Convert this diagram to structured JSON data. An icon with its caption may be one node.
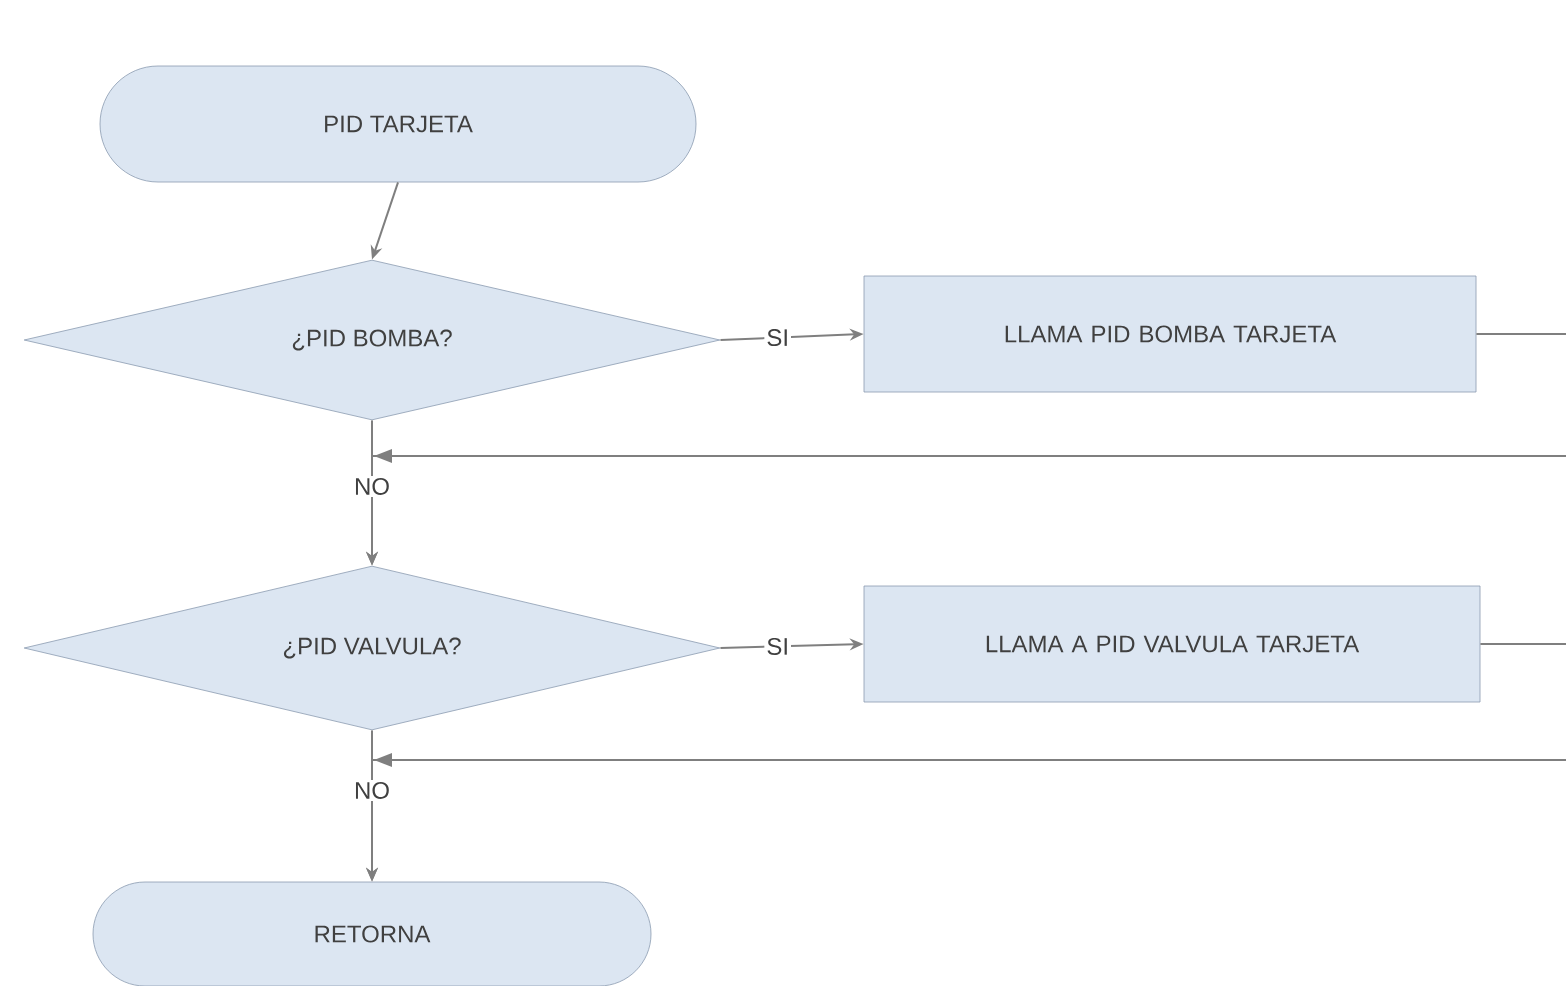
{
  "diagram": {
    "nodes": [
      {
        "text": [
          "PID TARJETA"
        ]
      },
      {
        "text": [
          "¿PID BOMBA?"
        ]
      },
      {
        "text": [
          "LLAMA PID BOMBA TARJETA"
        ]
      },
      {
        "text": [
          "¿PID VALVULA?"
        ]
      },
      {
        "text": [
          "LLAMA A PID VALVULA TARJETA"
        ]
      },
      {
        "text": [
          "RETORNA"
        ]
      }
    ],
    "edges": [
      {
        "from": 0,
        "to": 1,
        "arrow": "to"
      },
      {
        "from": 1,
        "to": 2,
        "arrow": "to",
        "label": "SI"
      },
      {
        "from": 1,
        "to": 3,
        "arrow": "to",
        "label": "NO"
      },
      {
        "from": 2,
        "to": 3,
        "arrow": "to"
      },
      {
        "from": 3,
        "to": 4,
        "arrow": "to",
        "label": "SI"
      },
      {
        "from": 3,
        "to": 5,
        "arrow": "to",
        "label": "NO"
      },
      {
        "from": 4,
        "to": 5,
        "arrow": "to"
      }
    ]
  }
}
